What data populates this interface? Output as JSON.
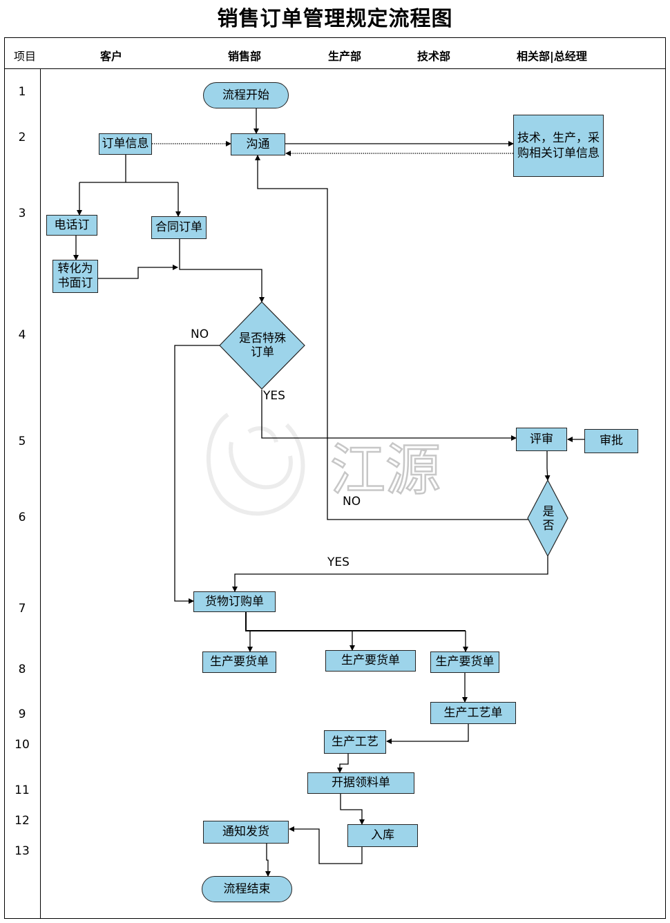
{
  "title": "销售订单管理规定流程图",
  "headers": [
    "项目",
    "客户",
    "销售部",
    "生产部",
    "技术部",
    "相关部|总经理"
  ],
  "rows": [
    "1",
    "2",
    "3",
    "4",
    "5",
    "6",
    "7",
    "8",
    "9",
    "10",
    "11",
    "12",
    "13"
  ],
  "nodes": {
    "start": "流程开始",
    "order_info": "订单信息",
    "communicate": "沟通",
    "tech_info": "技术，生产，采购相关订单信息",
    "phone_order": "电话订",
    "contract_order": "合同订单",
    "convert_written": "转化为书面订",
    "special_order_q": "是否特殊订单",
    "review": "评审",
    "approve": "审批",
    "yes_no_q": "是否",
    "goods_order": "货物订购单",
    "prod_req_1": "生产要货单",
    "prod_req_2": "生产要货单",
    "prod_req_3": "生产要货单",
    "prod_process_sheet": "生产工艺单",
    "prod_process": "生产工艺",
    "material_issue": "开据领料单",
    "warehouse_in": "入库",
    "notify_ship": "通知发货",
    "end": "流程结束"
  },
  "labels": {
    "no_1": "NO",
    "yes_1": "YES",
    "no_2": "NO",
    "yes_2": "YES"
  },
  "watermark": "江源",
  "colors": {
    "box_fill": "#9dd4ea",
    "line": "#000000"
  }
}
